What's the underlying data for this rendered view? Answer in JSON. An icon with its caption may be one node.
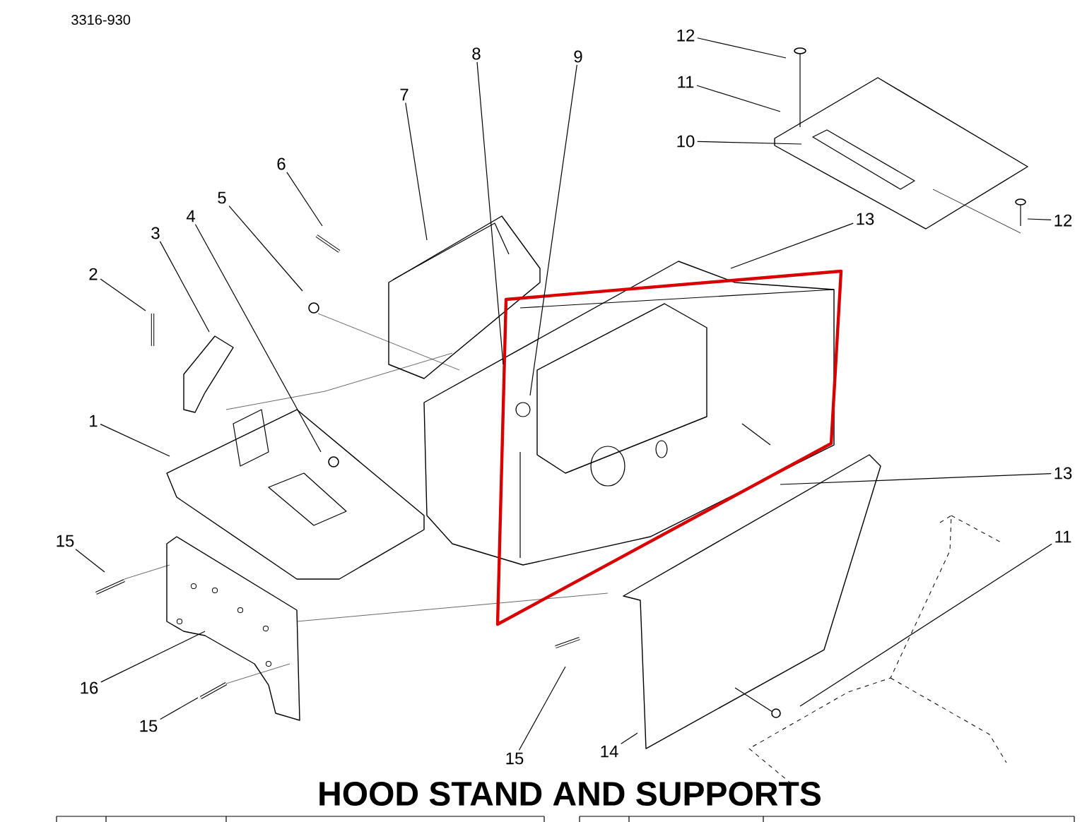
{
  "diagram": {
    "title": "HOOD STAND  AND SUPPORTS",
    "nodes": [
      {
        "text": [
          "1"
        ]
      },
      {
        "text": [
          "2"
        ]
      },
      {
        "text": [
          "3"
        ]
      },
      {
        "text": [
          "4"
        ]
      },
      {
        "text": [
          "5"
        ]
      },
      {
        "text": [
          "6"
        ]
      },
      {
        "text": [
          "7"
        ]
      },
      {
        "text": [
          "8"
        ]
      },
      {
        "text": [
          "9"
        ]
      },
      {
        "text": [
          "12"
        ]
      },
      {
        "text": [
          "11"
        ]
      },
      {
        "text": [
          "10"
        ]
      },
      {
        "text": [
          "12"
        ]
      },
      {
        "text": [
          "13"
        ]
      },
      {
        "text": [
          "13"
        ]
      },
      {
        "text": [
          "11"
        ]
      },
      {
        "text": [
          "15"
        ]
      },
      {
        "text": [
          "16"
        ]
      },
      {
        "text": [
          "15"
        ]
      },
      {
        "text": [
          "15"
        ]
      },
      {
        "text": [
          "14"
        ]
      }
    ],
    "edges": [
      {
        "from": 0,
        "to": null,
        "arrow": "none"
      },
      {
        "from": 1,
        "to": null,
        "arrow": "none"
      },
      {
        "from": 2,
        "to": null,
        "arrow": "none"
      },
      {
        "from": 3,
        "to": null,
        "arrow": "none"
      },
      {
        "from": 4,
        "to": null,
        "arrow": "none"
      },
      {
        "from": 5,
        "to": null,
        "arrow": "none"
      },
      {
        "from": 6,
        "to": null,
        "arrow": "none"
      },
      {
        "from": 7,
        "to": null,
        "arrow": "none"
      },
      {
        "from": 8,
        "to": null,
        "arrow": "none"
      },
      {
        "from": 9,
        "to": null,
        "arrow": "none"
      },
      {
        "from": 10,
        "to": null,
        "arrow": "none"
      },
      {
        "from": 11,
        "to": null,
        "arrow": "none"
      },
      {
        "from": 12,
        "to": null,
        "arrow": "none"
      },
      {
        "from": 13,
        "to": null,
        "arrow": "none"
      },
      {
        "from": 14,
        "to": null,
        "arrow": "none"
      },
      {
        "from": 15,
        "to": null,
        "arrow": "none"
      },
      {
        "from": 16,
        "to": null,
        "arrow": "none"
      },
      {
        "from": 17,
        "to": null,
        "arrow": "none"
      },
      {
        "from": 18,
        "to": null,
        "arrow": "none"
      },
      {
        "from": 19,
        "to": null,
        "arrow": "none"
      },
      {
        "from": 20,
        "to": null,
        "arrow": "none"
      }
    ],
    "labels": [
      "3316-930"
    ]
  }
}
